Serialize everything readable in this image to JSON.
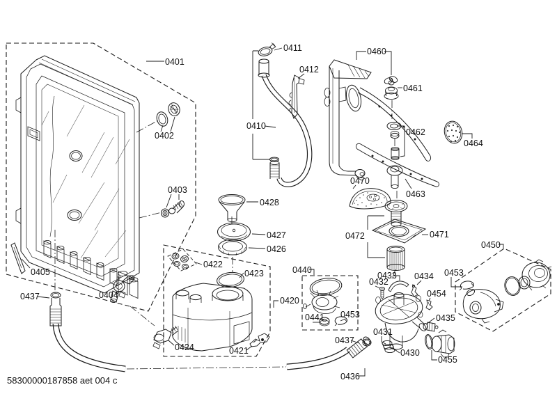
{
  "page": {
    "background": "#ffffff",
    "line_color": "#1a1a1a",
    "footer_code": "58300000187858 aet 004 c"
  },
  "diagram": {
    "type": "exploded-parts-diagram",
    "labels": {
      "0401": "0401",
      "0402": "0402",
      "0403": "0403",
      "0404": "0404",
      "0405": "0405",
      "0410": "0410",
      "0411": "0411",
      "0412": "0412",
      "0420": "0420",
      "0421": "0421",
      "0422": "0422",
      "0423": "0423",
      "0424": "0424",
      "0426": "0426",
      "0427": "0427",
      "0428": "0428",
      "0430": "0430",
      "0431": "0431",
      "0432": "0432",
      "0433": "0433",
      "0434": "0434",
      "0435": "0435",
      "0436": "0436",
      "0437_left": "0437",
      "0437_right": "0437",
      "0440": "0440",
      "0441": "0441",
      "0450": "0450",
      "0453_left": "0453",
      "0453_right": "0453",
      "0454": "0454",
      "0455": "0455",
      "0460": "0460",
      "0461": "0461",
      "0462": "0462",
      "0463": "0463",
      "0464": "0464",
      "0470": "0470",
      "0471": "0471",
      "0472": "0472"
    }
  }
}
